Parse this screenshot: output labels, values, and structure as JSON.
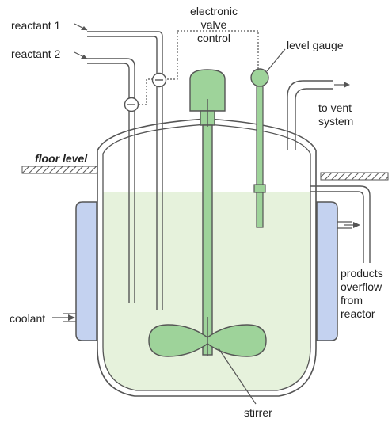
{
  "labels": {
    "reactant_1": "reactant 1",
    "reactant_2": "reactant 2",
    "valve_control_line1": "electronic",
    "valve_control_line2": "valve",
    "valve_control_line3": "control",
    "level_gauge": "level gauge",
    "vent_line1": "to vent",
    "vent_line2": "system",
    "floor_level": "floor level",
    "coolant": "coolant",
    "overflow_line1": "products",
    "overflow_line2": "overflow",
    "overflow_line3": "from",
    "overflow_line4": "reactor",
    "stirrer": "stirrer"
  },
  "colors": {
    "outline": "#555555",
    "liquid": "#e6f2dc",
    "stirrer_green": "#9ed39a",
    "jacket_blue": "#c4d2f0",
    "text": "#222222"
  }
}
